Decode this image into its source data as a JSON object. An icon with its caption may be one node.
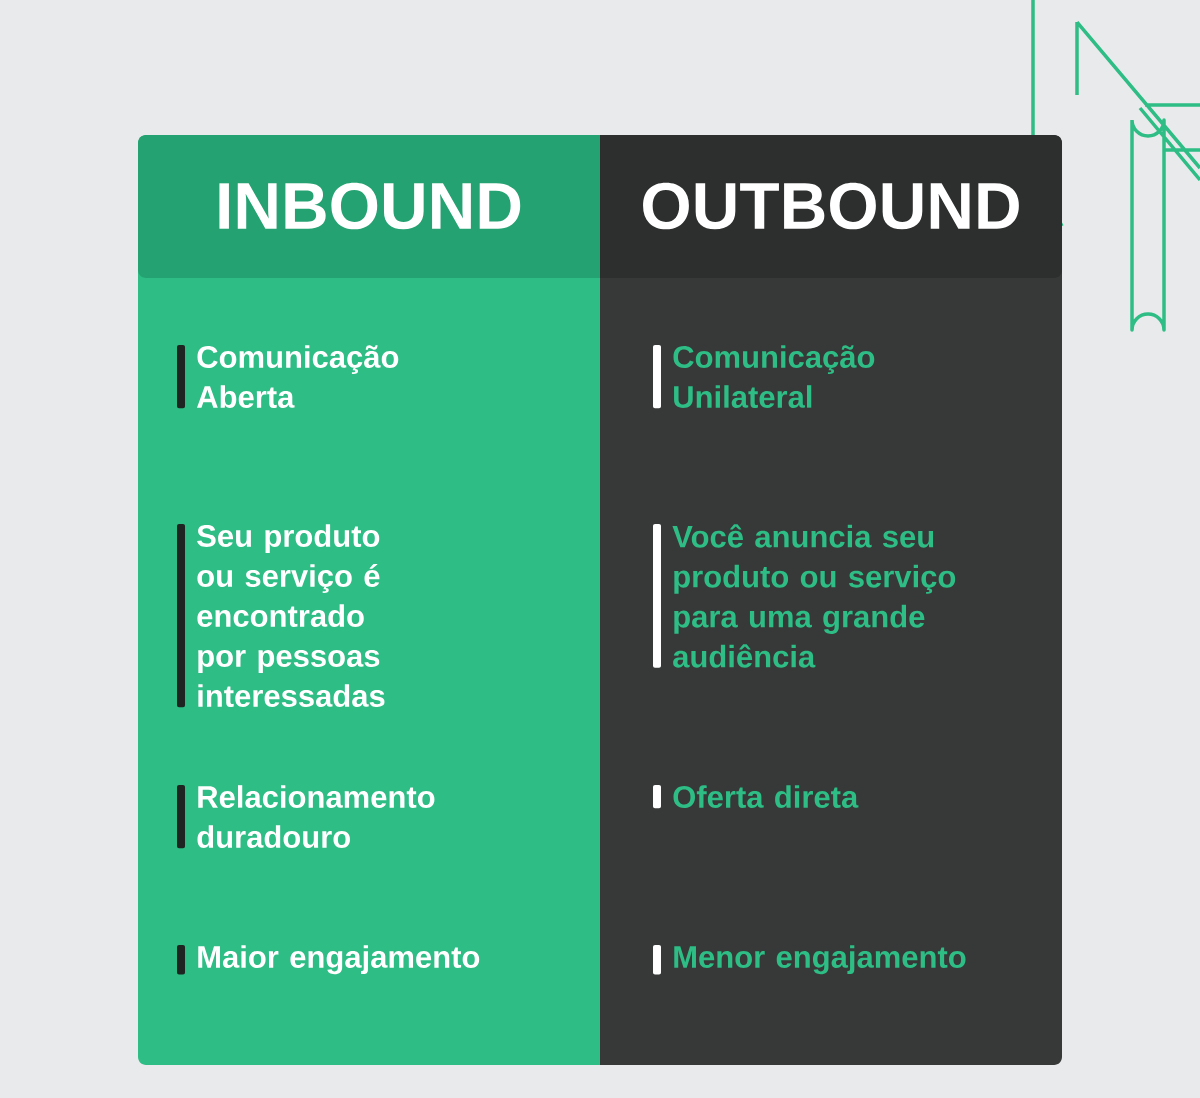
{
  "diagram": {
    "nodes": [
      {
        "text": [
          "INBOUND",
          "Comunicação Aberta",
          "Seu produto ou serviço é encontrado por pessoas interessadas",
          "Relacionamento duradouro",
          "Maior engajamento"
        ]
      },
      {
        "text": [
          "OUTBOUND",
          "Comunicação Unilateral",
          "Você anuncia seu produto ou serviço para uma grande audiência",
          "Oferta direta",
          "Menor engajamento"
        ]
      }
    ]
  }
}
